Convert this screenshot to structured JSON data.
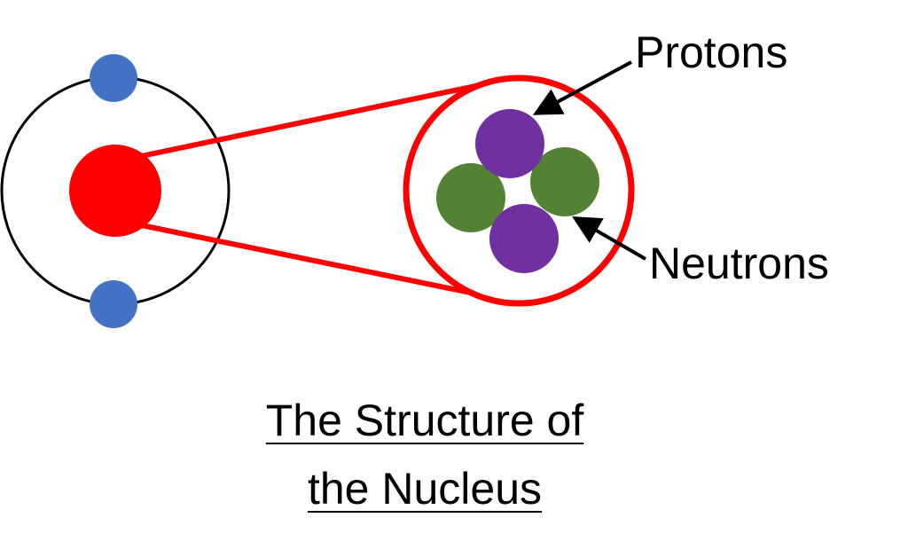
{
  "labels": {
    "protons": "Protons",
    "neutrons": "Neutrons"
  },
  "title": {
    "line1": "The Structure of",
    "line2": "the Nucleus"
  },
  "colors": {
    "nucleus": "#ff0000",
    "electron": "#4472c4",
    "proton": "#7030a0",
    "neutron": "#548235",
    "orbit": "#000000"
  }
}
